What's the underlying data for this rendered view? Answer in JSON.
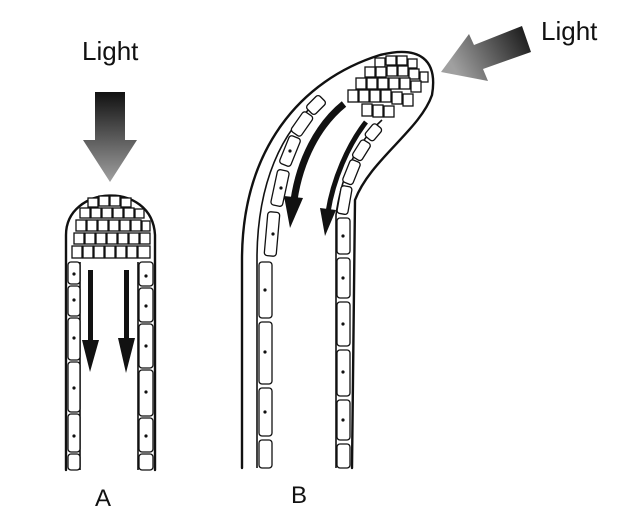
{
  "labels": {
    "light_a": "Light",
    "light_b": "Light",
    "panel_a": "A",
    "panel_b": "B"
  },
  "colors": {
    "ink": "#111111",
    "light_arrow_dark": "#1a1a1a",
    "light_arrow_light": "#9a9a9a",
    "background": "#ffffff"
  }
}
